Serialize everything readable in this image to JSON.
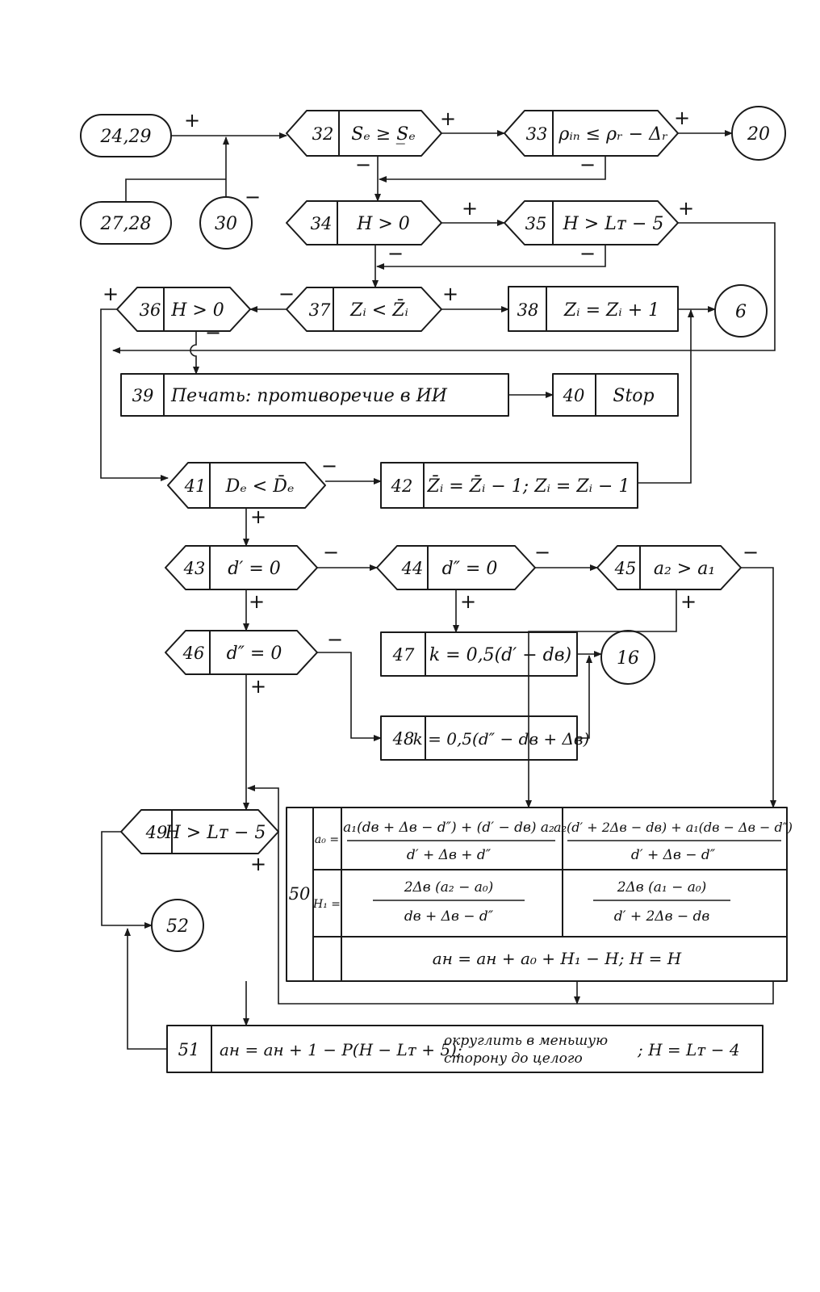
{
  "connectors": {
    "c2429": "24,29",
    "c2728": "27,28",
    "c30": "30",
    "c20": "20",
    "c6": "6",
    "c16": "16",
    "c52": "52"
  },
  "blocks": {
    "b32": {
      "num": "32",
      "text": "Sₑ ≥ S̲ₑ"
    },
    "b33": {
      "num": "33",
      "text": "ρᵢₙ ≤ ρᵣ − Δᵣ"
    },
    "b34": {
      "num": "34",
      "text": "H > 0"
    },
    "b35": {
      "num": "35",
      "text": "H > Lᴛ − 5"
    },
    "b36": {
      "num": "36",
      "text": "H > 0"
    },
    "b37": {
      "num": "37",
      "text": "Zᵢ < Z̄ᵢ"
    },
    "b38": {
      "num": "38",
      "text": "Zᵢ = Zᵢ + 1"
    },
    "b39": {
      "num": "39",
      "text": "Печать: противоречие в ИИ"
    },
    "b40": {
      "num": "40",
      "text": "Stop"
    },
    "b41": {
      "num": "41",
      "text": "Dₑ < D̄ₑ"
    },
    "b42": {
      "num": "42",
      "text": "Z̄ᵢ = Z̄ᵢ − 1; Zᵢ = Zᵢ − 1"
    },
    "b43": {
      "num": "43",
      "text": "d′ = 0"
    },
    "b44": {
      "num": "44",
      "text": "d″ = 0"
    },
    "b45": {
      "num": "45",
      "text": "a₂ > a₁"
    },
    "b46": {
      "num": "46",
      "text": "d″ = 0"
    },
    "b47": {
      "num": "47",
      "text": "k = 0,5(d′ − dв)"
    },
    "b48": {
      "num": "48",
      "text": "k = 0,5(d″ − dв + Δв)"
    },
    "b49": {
      "num": "49",
      "text": "H > Lᴛ − 5"
    },
    "b50": {
      "num": "50",
      "a0_label": "a₀ =",
      "a0_left_num": "a₁(dв + Δв − d″) + (d′ − dв) a₂",
      "a0_left_den": "d′ + Δв + d″",
      "a0_right_num": "a₂(d′ + 2Δв − dв) + a₁(dв − Δв − d″)",
      "a0_right_den": "d′ + Δв − d″",
      "h1_label": "H₁ =",
      "h1_left_num": "2Δв (a₂ − a₀)",
      "h1_left_den": "dв + Δв − d″",
      "h1_right_num": "2Δв (a₁ − a₀)",
      "h1_right_den": "d′ + 2Δв − dв",
      "last": "aн = aн + a₀ + H₁ − H;     H = H"
    },
    "b51": {
      "num": "51",
      "part1": "aн = aн + 1 − P(H − Lᴛ + 5);",
      "part2a": "округлить в меньшую",
      "part2b": "сторону до целого",
      "part3": "; H = Lᴛ − 4"
    }
  },
  "signs": {
    "plus": "+",
    "minus": "−"
  }
}
